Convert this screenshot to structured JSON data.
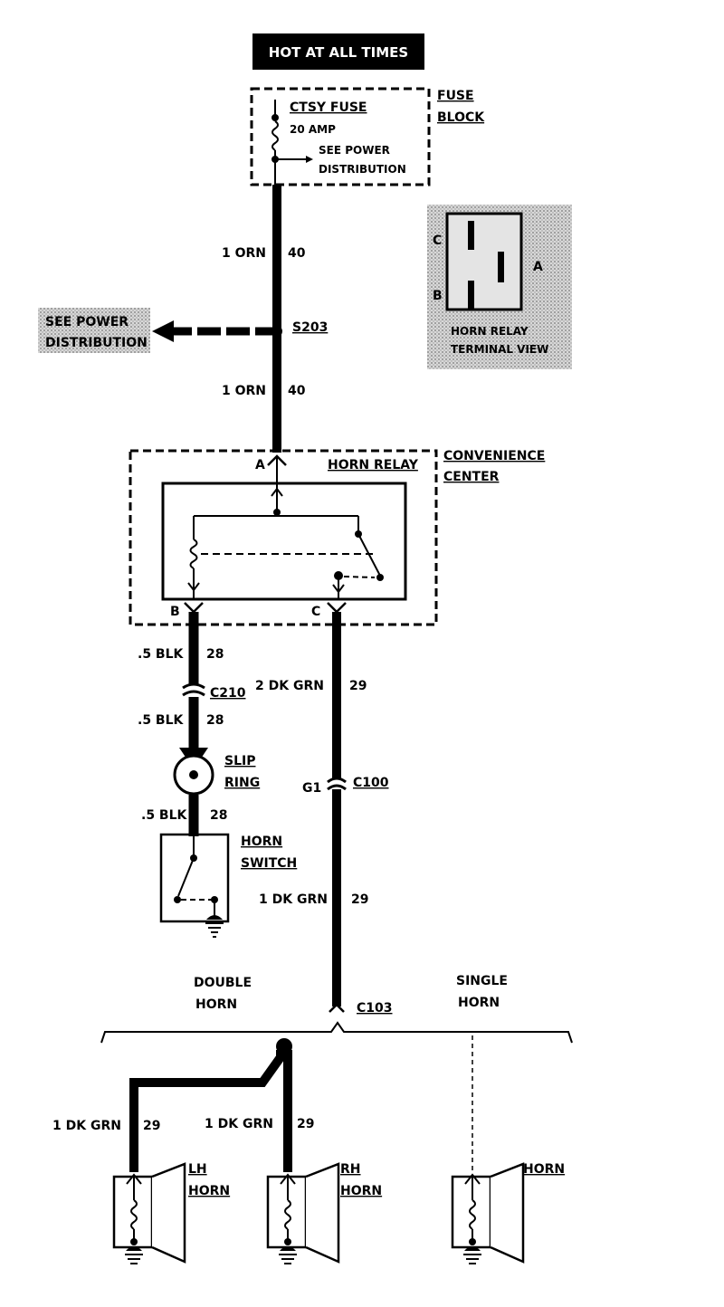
{
  "header": {
    "hot_at_all_times": "HOT AT ALL TIMES"
  },
  "fuse_block": {
    "fuse_name": "CTSY FUSE",
    "rating": "20 AMP",
    "see_power_1": "SEE POWER",
    "see_power_2": "DISTRIBUTION",
    "block_1": "FUSE",
    "block_2": "BLOCK"
  },
  "wires": {
    "w40_top_gauge": "1 ORN",
    "w40_top_circuit": "40",
    "w40_bot_gauge": "1 ORN",
    "w40_bot_circuit": "40",
    "w28_a_gauge": ".5 BLK",
    "w28_a_circuit": "28",
    "w28_b_gauge": ".5 BLK",
    "w28_b_circuit": "28",
    "w28_c_gauge": ".5 BLK",
    "w28_c_circuit": "28",
    "w29_a_gauge": "2 DK GRN",
    "w29_a_circuit": "29",
    "w29_b_gauge": "1 DK GRN",
    "w29_b_circuit": "29",
    "w29_lh_gauge": "1 DK GRN",
    "w29_lh_circuit": "29",
    "w29_rh_gauge": "1 DK GRN",
    "w29_rh_circuit": "29"
  },
  "splice": {
    "s203": "S203",
    "see_power_1": "SEE POWER",
    "see_power_2": "DISTRIBUTION"
  },
  "relay_view": {
    "term_c": "C",
    "term_a": "A",
    "term_b": "B",
    "label_1": "HORN RELAY",
    "label_2": "TERMINAL VIEW"
  },
  "relay": {
    "name": "HORN RELAY",
    "term_a": "A",
    "term_b": "B",
    "term_c": "C",
    "center_1": "CONVENIENCE",
    "center_2": "CENTER"
  },
  "connectors": {
    "c210": "C210",
    "c100": "C100",
    "g1": "G1",
    "c103": "C103"
  },
  "slip_ring": {
    "line_1": "SLIP",
    "line_2": "RING"
  },
  "horn_switch": {
    "line_1": "HORN",
    "line_2": "SWITCH"
  },
  "options": {
    "double_1": "DOUBLE",
    "double_2": "HORN",
    "single_1": "SINGLE",
    "single_2": "HORN"
  },
  "horns": {
    "lh_1": "LH",
    "lh_2": "HORN",
    "rh_1": "RH",
    "rh_2": "HORN",
    "single": "HORN"
  },
  "colors": {
    "ink": "#000000",
    "paper": "#ffffff",
    "shade": "#b8b8b8"
  }
}
